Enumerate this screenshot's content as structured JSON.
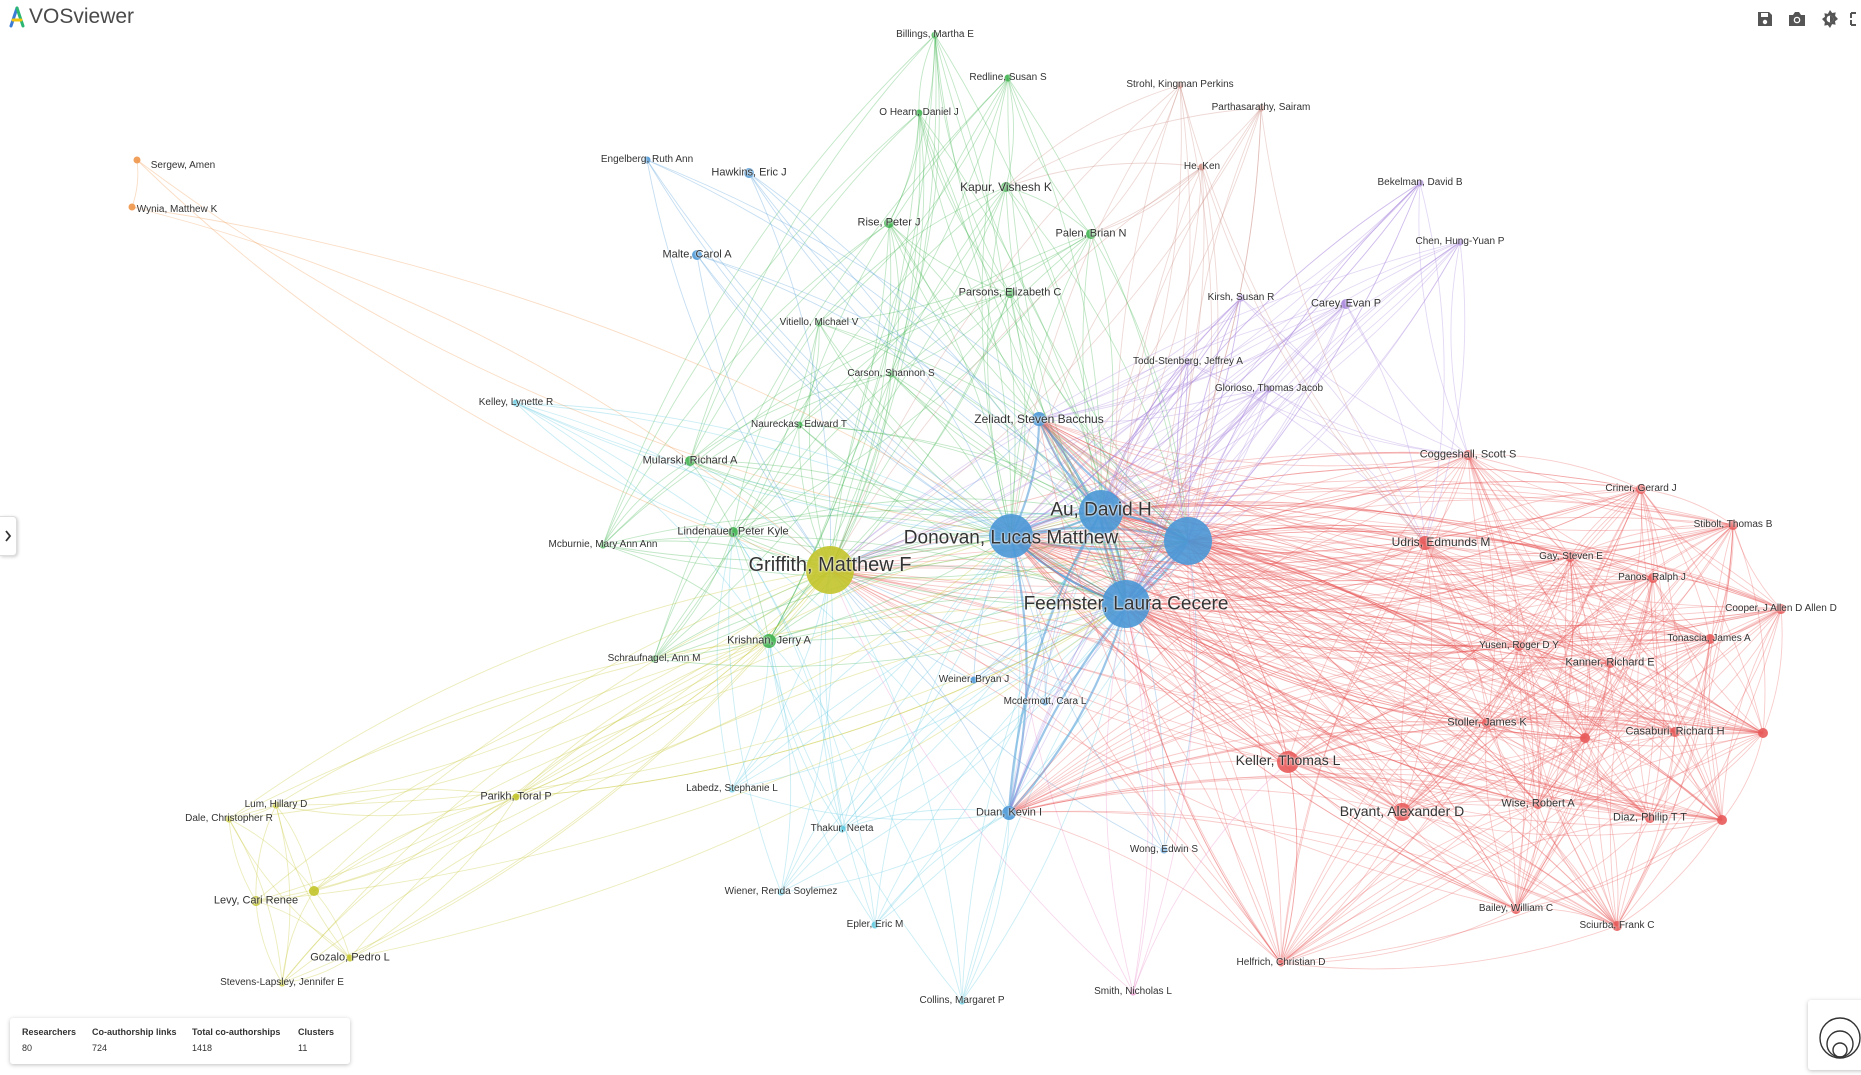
{
  "app": {
    "title": "VOSviewer"
  },
  "toolbar": [
    {
      "name": "save-button",
      "icon": "save-icon"
    },
    {
      "name": "screenshot-button",
      "icon": "camera-icon"
    },
    {
      "name": "theme-button",
      "icon": "brightness-icon"
    },
    {
      "name": "fullscreen-button",
      "icon": "expand-icon"
    }
  ],
  "clusters": {
    "red": "#e85a5a",
    "green": "#3fb34f",
    "blue": "#4a97d6",
    "yellow": "#c3c42a",
    "purple": "#a886dc",
    "cyan": "#59c8df",
    "orange": "#f0964a",
    "brown": "#c98a7e",
    "pink": "#e889c8"
  },
  "nodes": [
    {
      "id": "griffith",
      "label": "Griffith, Matthew F",
      "cluster": "yellow",
      "weight": 10
    },
    {
      "id": "donovan",
      "label": "Donovan, Lucas Matthew",
      "cluster": "blue",
      "weight": 8
    },
    {
      "id": "au",
      "label": "Au, David H",
      "cluster": "blue",
      "weight": 8
    },
    {
      "id": "feemster",
      "label": "Feemster, Laura Cecere",
      "cluster": "blue",
      "weight": 9
    },
    {
      "id": "unlabeled-blue",
      "label": "",
      "cluster": "blue",
      "weight": 9
    },
    {
      "id": "keller",
      "label": "Keller, Thomas L",
      "cluster": "red",
      "weight": 5
    },
    {
      "id": "bryant",
      "label": "Bryant, Alexander D",
      "cluster": "red",
      "weight": 4
    },
    {
      "id": "udris",
      "label": "Udris, Edmunds M",
      "cluster": "red",
      "weight": 3
    },
    {
      "id": "coggeshall",
      "label": "Coggeshall, Scott S",
      "cluster": "red",
      "weight": 2
    },
    {
      "id": "criner",
      "label": "Criner, Gerard J",
      "cluster": "red",
      "weight": 2
    },
    {
      "id": "stibolt",
      "label": "Stibolt, Thomas B",
      "cluster": "red",
      "weight": 2
    },
    {
      "id": "gay",
      "label": "Gay, Steven E",
      "cluster": "red",
      "weight": 2
    },
    {
      "id": "panos",
      "label": "Panos, Ralph J",
      "cluster": "red",
      "weight": 2
    },
    {
      "id": "cooper",
      "label": "Cooper, J Allen D Allen D",
      "cluster": "red",
      "weight": 2
    },
    {
      "id": "tonascia",
      "label": "Tonascia, James A",
      "cluster": "red",
      "weight": 2
    },
    {
      "id": "yusen",
      "label": "Yusen, Roger D Y",
      "cluster": "red",
      "weight": 2
    },
    {
      "id": "kanner",
      "label": "Kanner, Richard E",
      "cluster": "red",
      "weight": 2
    },
    {
      "id": "stoller",
      "label": "Stoller, James K",
      "cluster": "red",
      "weight": 2
    },
    {
      "id": "casaburi",
      "label": "Casaburi, Richard H",
      "cluster": "red",
      "weight": 2
    },
    {
      "id": "wise",
      "label": "Wise, Robert A",
      "cluster": "red",
      "weight": 2
    },
    {
      "id": "diaz",
      "label": "Diaz, Philip T T",
      "cluster": "red",
      "weight": 2
    },
    {
      "id": "bailey",
      "label": "Bailey, William C",
      "cluster": "red",
      "weight": 2
    },
    {
      "id": "sciurba",
      "label": "Sciurba, Frank C",
      "cluster": "red",
      "weight": 2
    },
    {
      "id": "red-unlabeled-1",
      "label": "",
      "cluster": "red",
      "weight": 2
    },
    {
      "id": "red-unlabeled-2",
      "label": "",
      "cluster": "red",
      "weight": 2
    },
    {
      "id": "red-unlabeled-3",
      "label": "",
      "cluster": "red",
      "weight": 2
    },
    {
      "id": "helfrich",
      "label": "Helfrich, Christian D",
      "cluster": "red",
      "weight": 1
    },
    {
      "id": "billings",
      "label": "Billings, Martha E",
      "cluster": "green",
      "weight": 1
    },
    {
      "id": "redline",
      "label": "Redline, Susan S",
      "cluster": "green",
      "weight": 1
    },
    {
      "id": "ohearn",
      "label": "O Hearn, Daniel J",
      "cluster": "green",
      "weight": 1
    },
    {
      "id": "kapur",
      "label": "Kapur, Vishesh K",
      "cluster": "green",
      "weight": 2
    },
    {
      "id": "rise",
      "label": "Rise, Peter J",
      "cluster": "green",
      "weight": 2
    },
    {
      "id": "palen",
      "label": "Palen, Brian N",
      "cluster": "green",
      "weight": 2
    },
    {
      "id": "parsons",
      "label": "Parsons, Elizabeth C",
      "cluster": "green",
      "weight": 2
    },
    {
      "id": "vitiello",
      "label": "Vitiello, Michael V",
      "cluster": "green",
      "weight": 1
    },
    {
      "id": "carson",
      "label": "Carson, Shannon S",
      "cluster": "green",
      "weight": 1
    },
    {
      "id": "naureckas",
      "label": "Naureckas, Edward T",
      "cluster": "green",
      "weight": 1
    },
    {
      "id": "mularski",
      "label": "Mularski, Richard A",
      "cluster": "green",
      "weight": 2
    },
    {
      "id": "lindenauer",
      "label": "Lindenauer, Peter Kyle",
      "cluster": "green",
      "weight": 2
    },
    {
      "id": "krishnan",
      "label": "Krishnan, Jerry A",
      "cluster": "green",
      "weight": 3
    },
    {
      "id": "schraufnagel",
      "label": "Schraufnagel, Ann M",
      "cluster": "green",
      "weight": 1
    },
    {
      "id": "mcburnie",
      "label": "Mcburnie, Mary Ann Ann",
      "cluster": "green",
      "weight": 1
    },
    {
      "id": "engelberg",
      "label": "Engelberg, Ruth Ann",
      "cluster": "blue",
      "weight": 1
    },
    {
      "id": "hawkins",
      "label": "Hawkins, Eric J",
      "cluster": "blue",
      "weight": 2
    },
    {
      "id": "malte",
      "label": "Malte, Carol A",
      "cluster": "blue",
      "weight": 2
    },
    {
      "id": "zeliadt",
      "label": "Zeliadt, Steven Bacchus",
      "cluster": "blue",
      "weight": 3
    },
    {
      "id": "duan",
      "label": "Duan, Kevin I",
      "cluster": "blue",
      "weight": 3
    },
    {
      "id": "weiner",
      "label": "Weiner, Bryan J",
      "cluster": "blue",
      "weight": 1
    },
    {
      "id": "mcdermott",
      "label": "Mcdermott, Cara L",
      "cluster": "blue",
      "weight": 1
    },
    {
      "id": "wong",
      "label": "Wong, Edwin S",
      "cluster": "blue",
      "weight": 1
    },
    {
      "id": "strohl",
      "label": "Strohl, Kingman Perkins",
      "cluster": "brown",
      "weight": 1
    },
    {
      "id": "parthasarathy",
      "label": "Parthasarathy, Sairam",
      "cluster": "brown",
      "weight": 1
    },
    {
      "id": "he",
      "label": "He, Ken",
      "cluster": "brown",
      "weight": 1
    },
    {
      "id": "bekelman",
      "label": "Bekelman, David B",
      "cluster": "purple",
      "weight": 1
    },
    {
      "id": "chen",
      "label": "Chen, Hung-Yuan P",
      "cluster": "purple",
      "weight": 1
    },
    {
      "id": "kirsh",
      "label": "Kirsh, Susan R",
      "cluster": "purple",
      "weight": 1
    },
    {
      "id": "carey",
      "label": "Carey, Evan P",
      "cluster": "purple",
      "weight": 2
    },
    {
      "id": "todd",
      "label": "Todd-Stenberg, Jeffrey A",
      "cluster": "purple",
      "weight": 1
    },
    {
      "id": "glorioso",
      "label": "Glorioso, Thomas Jacob",
      "cluster": "purple",
      "weight": 1
    },
    {
      "id": "sergew",
      "label": "Sergew, Amen",
      "cluster": "orange",
      "weight": 1
    },
    {
      "id": "wynia",
      "label": "Wynia, Matthew K",
      "cluster": "orange",
      "weight": 1
    },
    {
      "id": "kelley",
      "label": "Kelley, Lynette R",
      "cluster": "cyan",
      "weight": 1
    },
    {
      "id": "labedz",
      "label": "Labedz, Stephanie L",
      "cluster": "cyan",
      "weight": 1
    },
    {
      "id": "thakur",
      "label": "Thakur, Neeta",
      "cluster": "cyan",
      "weight": 1
    },
    {
      "id": "wiener",
      "label": "Wiener, Renda Soylemez",
      "cluster": "cyan",
      "weight": 1
    },
    {
      "id": "epler",
      "label": "Epler, Eric M",
      "cluster": "cyan",
      "weight": 1
    },
    {
      "id": "collins",
      "label": "Collins, Margaret P",
      "cluster": "cyan",
      "weight": 1
    },
    {
      "id": "smith",
      "label": "Smith, Nicholas L",
      "cluster": "pink",
      "weight": 1
    },
    {
      "id": "parikh",
      "label": "Parikh, Toral P",
      "cluster": "yellow",
      "weight": 1
    },
    {
      "id": "lum",
      "label": "Lum, Hillary D",
      "cluster": "yellow",
      "weight": 1
    },
    {
      "id": "dale",
      "label": "Dale, Christopher R",
      "cluster": "yellow",
      "weight": 1
    },
    {
      "id": "levy",
      "label": "Levy, Cari Renee",
      "cluster": "yellow",
      "weight": 2
    },
    {
      "id": "yellow-unlabeled",
      "label": "",
      "cluster": "yellow",
      "weight": 2
    },
    {
      "id": "gozalo",
      "label": "Gozalo, Pedro L",
      "cluster": "yellow",
      "weight": 1
    },
    {
      "id": "stevens",
      "label": "Stevens-Lapsley, Jennifer E",
      "cluster": "yellow",
      "weight": 1
    }
  ],
  "stats": {
    "researchers": {
      "label": "Researchers",
      "value": "80"
    },
    "links": {
      "label": "Co-authorship links",
      "value": "724"
    },
    "total": {
      "label": "Total co-authorships",
      "value": "1418"
    },
    "clusters": {
      "label": "Clusters",
      "value": "11"
    }
  }
}
